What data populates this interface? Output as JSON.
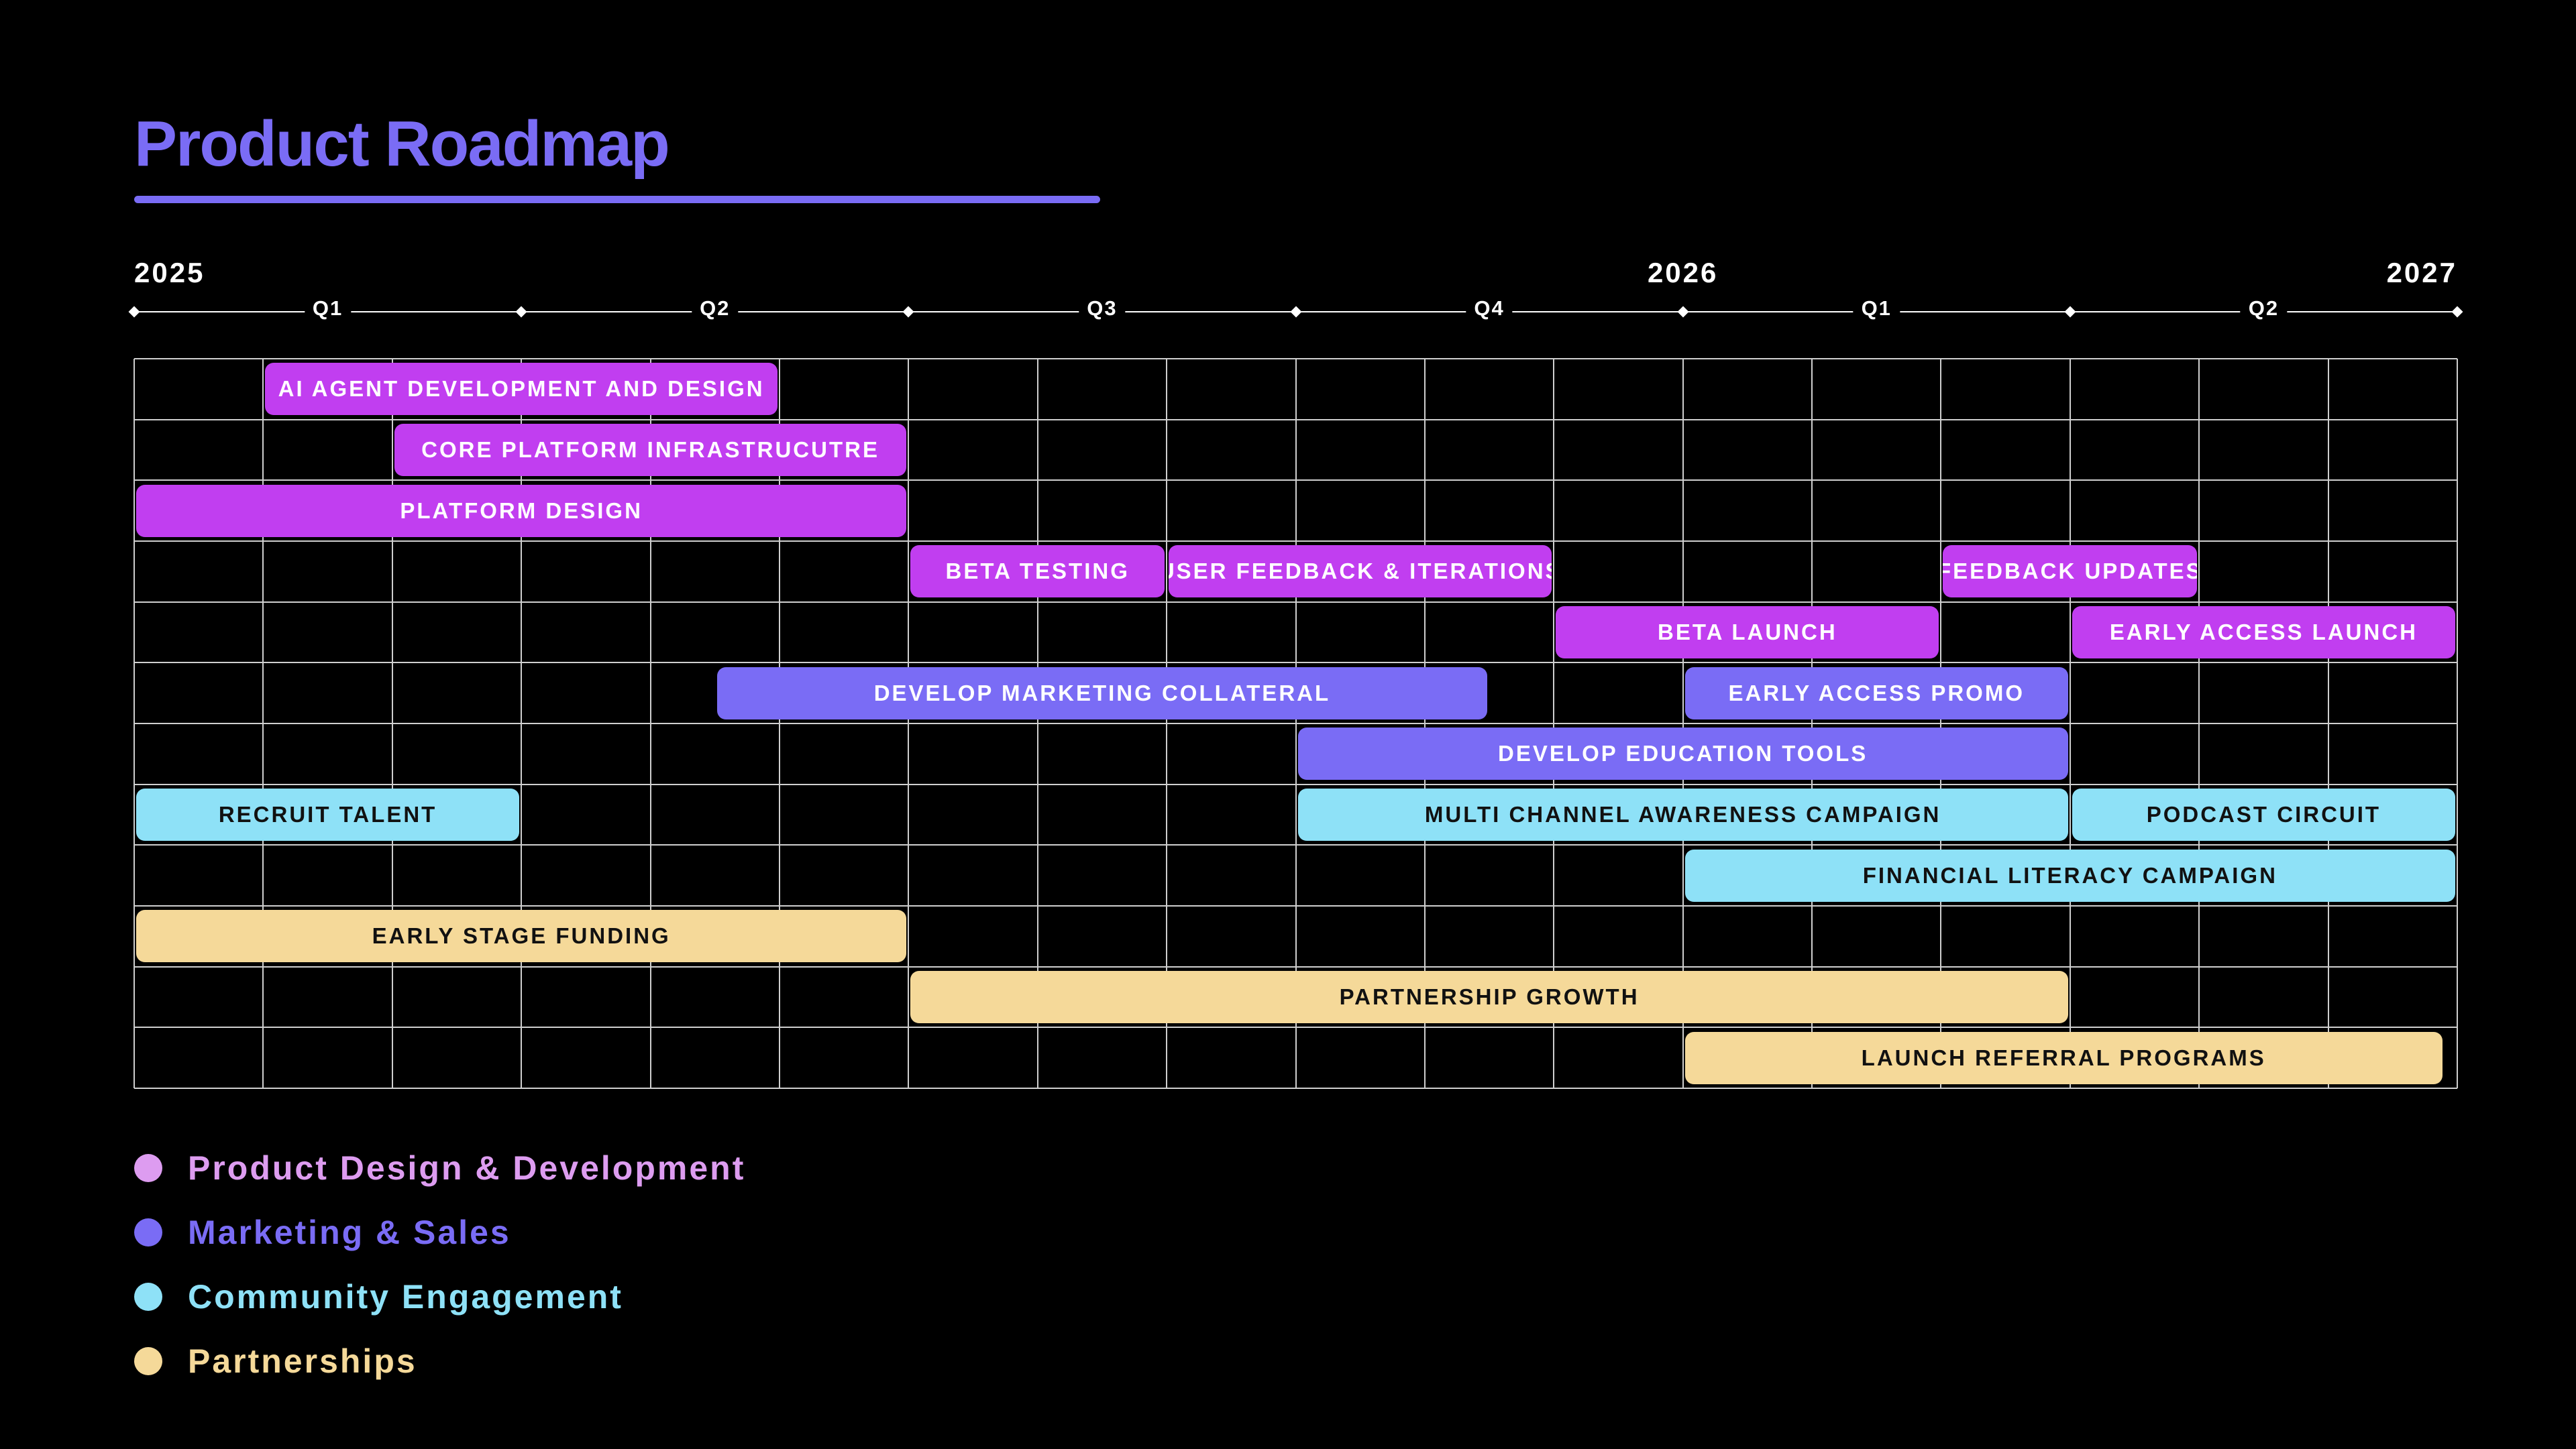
{
  "title": "Product Roadmap",
  "colors": {
    "background": "#000000",
    "accent": "#7a6cf5",
    "product": "#c13ef0",
    "marketing": "#7a6cf5",
    "community": "#8ee1f7",
    "partnerships": "#f5d999",
    "grid": "#cfcfcf"
  },
  "timeline": {
    "years": [
      {
        "label": "2025",
        "position": 0,
        "align": "left"
      },
      {
        "label": "2026",
        "position": 12,
        "align": "center"
      },
      {
        "label": "2027",
        "position": 18,
        "align": "right"
      }
    ],
    "quarters": [
      {
        "label": "Q1",
        "position": 1.5
      },
      {
        "label": "Q2",
        "position": 4.5
      },
      {
        "label": "Q3",
        "position": 7.5
      },
      {
        "label": "Q4",
        "position": 10.5
      },
      {
        "label": "Q1",
        "position": 13.5
      },
      {
        "label": "Q2",
        "position": 16.5
      }
    ],
    "ticks": [
      0,
      3,
      6,
      9,
      12,
      15,
      18
    ]
  },
  "grid": {
    "columns": 18,
    "rows": 12
  },
  "legend": [
    {
      "label": "Product Design & Development",
      "category": "product",
      "color": "#dd9cf0"
    },
    {
      "label": "Marketing & Sales",
      "category": "marketing",
      "color": "#7a6cf5"
    },
    {
      "label": "Community Engagement",
      "category": "community",
      "color": "#8ee1f7"
    },
    {
      "label": "Partnerships",
      "category": "partnerships",
      "color": "#f5d999"
    }
  ],
  "tasks": [
    {
      "label": "AI AGENT DEVELOPMENT AND DESIGN",
      "category": "product",
      "row": 0,
      "start": 1.0,
      "end": 5.0
    },
    {
      "label": "CORE PLATFORM INFRASTRUCUTRE",
      "category": "product",
      "row": 1,
      "start": 2.0,
      "end": 6.0
    },
    {
      "label": "PLATFORM DESIGN",
      "category": "product",
      "row": 2,
      "start": 0.0,
      "end": 6.0
    },
    {
      "label": "BETA TESTING",
      "category": "product",
      "row": 3,
      "start": 6.0,
      "end": 8.0
    },
    {
      "label": "USER FEEDBACK & ITERATIONS",
      "category": "product",
      "row": 3,
      "start": 8.0,
      "end": 11.0
    },
    {
      "label": "FEEDBACK UPDATES",
      "category": "product",
      "row": 3,
      "start": 14.0,
      "end": 16.0
    },
    {
      "label": "BETA LAUNCH",
      "category": "product",
      "row": 4,
      "start": 11.0,
      "end": 14.0
    },
    {
      "label": "EARLY ACCESS LAUNCH",
      "category": "product",
      "row": 4,
      "start": 15.0,
      "end": 18.0
    },
    {
      "label": "DEVELOP MARKETING COLLATERAL",
      "category": "marketing",
      "row": 5,
      "start": 4.5,
      "end": 10.5
    },
    {
      "label": "EARLY ACCESS PROMO",
      "category": "marketing",
      "row": 5,
      "start": 12.0,
      "end": 15.0
    },
    {
      "label": "DEVELOP EDUCATION TOOLS",
      "category": "marketing",
      "row": 6,
      "start": 9.0,
      "end": 15.0
    },
    {
      "label": "RECRUIT TALENT",
      "category": "community",
      "row": 7,
      "start": 0.0,
      "end": 3.0
    },
    {
      "label": "MULTI CHANNEL AWARENESS CAMPAIGN",
      "category": "community",
      "row": 7,
      "start": 9.0,
      "end": 15.0
    },
    {
      "label": "PODCAST CIRCUIT",
      "category": "community",
      "row": 7,
      "start": 15.0,
      "end": 18.0
    },
    {
      "label": "FINANCIAL LITERACY CAMPAIGN",
      "category": "community",
      "row": 8,
      "start": 12.0,
      "end": 18.0
    },
    {
      "label": "EARLY STAGE FUNDING",
      "category": "partnerships",
      "row": 9,
      "start": 0.0,
      "end": 6.0
    },
    {
      "label": "PARTNERSHIP GROWTH",
      "category": "partnerships",
      "row": 10,
      "start": 6.0,
      "end": 15.0
    },
    {
      "label": "LAUNCH REFERRAL PROGRAMS",
      "category": "partnerships",
      "row": 11,
      "start": 12.0,
      "end": 17.9
    }
  ]
}
